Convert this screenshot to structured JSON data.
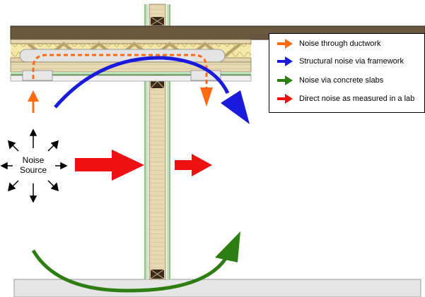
{
  "diagram": {
    "source_label_line1": "Noise",
    "source_label_line2": "Source"
  },
  "legend": {
    "items": [
      {
        "label": "Noise through ductwork",
        "color": "#ff6a13",
        "icon": "orange-arrow-icon"
      },
      {
        "label": "Structural noise via framework",
        "color": "#1a1adc",
        "icon": "blue-arrow-icon"
      },
      {
        "label": "Noise via concrete slabs",
        "color": "#2e7d12",
        "icon": "green-arrow-icon"
      },
      {
        "label": "Direct noise as measured in a lab",
        "color": "#ee1111",
        "icon": "red-arrow-icon"
      }
    ]
  }
}
